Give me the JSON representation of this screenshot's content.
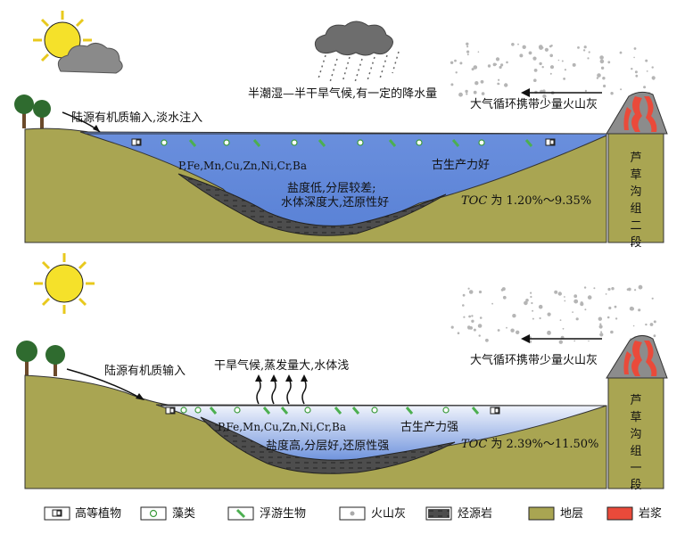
{
  "colors": {
    "ground": "#a9a552",
    "lake_top": "#5f87d9",
    "lake_bottom": "#e6ecf8",
    "source_rock": "#4a4a4a",
    "magma": "#ea4a3a",
    "algae": "#7bc46a",
    "plankton": "#4caf50",
    "sun": "#f5e12a",
    "tree": "#2f6b2f",
    "trunk": "#6b4a2a"
  },
  "top_panel": {
    "climate": "半潮湿—半干旱气候,有一定的降水量",
    "volcanic_transport": "大气循环携带少量火山灰",
    "input": "陆源有机质输入,淡水注入",
    "elements": "P,Fe,Mn,Cu,Zn,Ni,Cr,Ba",
    "productivity": "古生产力好",
    "conditions_line1": "盐度低,分层较差;",
    "conditions_line2": "水体深度大,还原性好",
    "toc_label": "TOC",
    "toc_value": " 为 1.20%～9.35%",
    "formation": "芦草沟组二段"
  },
  "bottom_panel": {
    "climate": "干旱气候,蒸发量大,水体浅",
    "volcanic_transport": "大气循环携带少量火山灰",
    "input": "陆源有机质输入",
    "elements": "P,Fe,Mn,Cu,Zn,Ni,Cr,Ba",
    "productivity": "古生产力强",
    "conditions": "盐度高,分层好,还原性强",
    "toc_label": "TOC",
    "toc_value": " 为 2.39%～11.50%",
    "formation": "芦草沟组一段"
  },
  "legend": [
    {
      "icon": "higher-plant-icon",
      "label": "高等植物"
    },
    {
      "icon": "algae-icon",
      "label": "藻类"
    },
    {
      "icon": "plankton-icon",
      "label": "浮游生物"
    },
    {
      "icon": "volcanic-ash-icon",
      "label": "火山灰"
    },
    {
      "icon": "source-rock-icon",
      "label": "烃源岩"
    },
    {
      "icon": "stratum-icon",
      "label": "地层"
    },
    {
      "icon": "magma-icon",
      "label": "岩浆"
    }
  ]
}
